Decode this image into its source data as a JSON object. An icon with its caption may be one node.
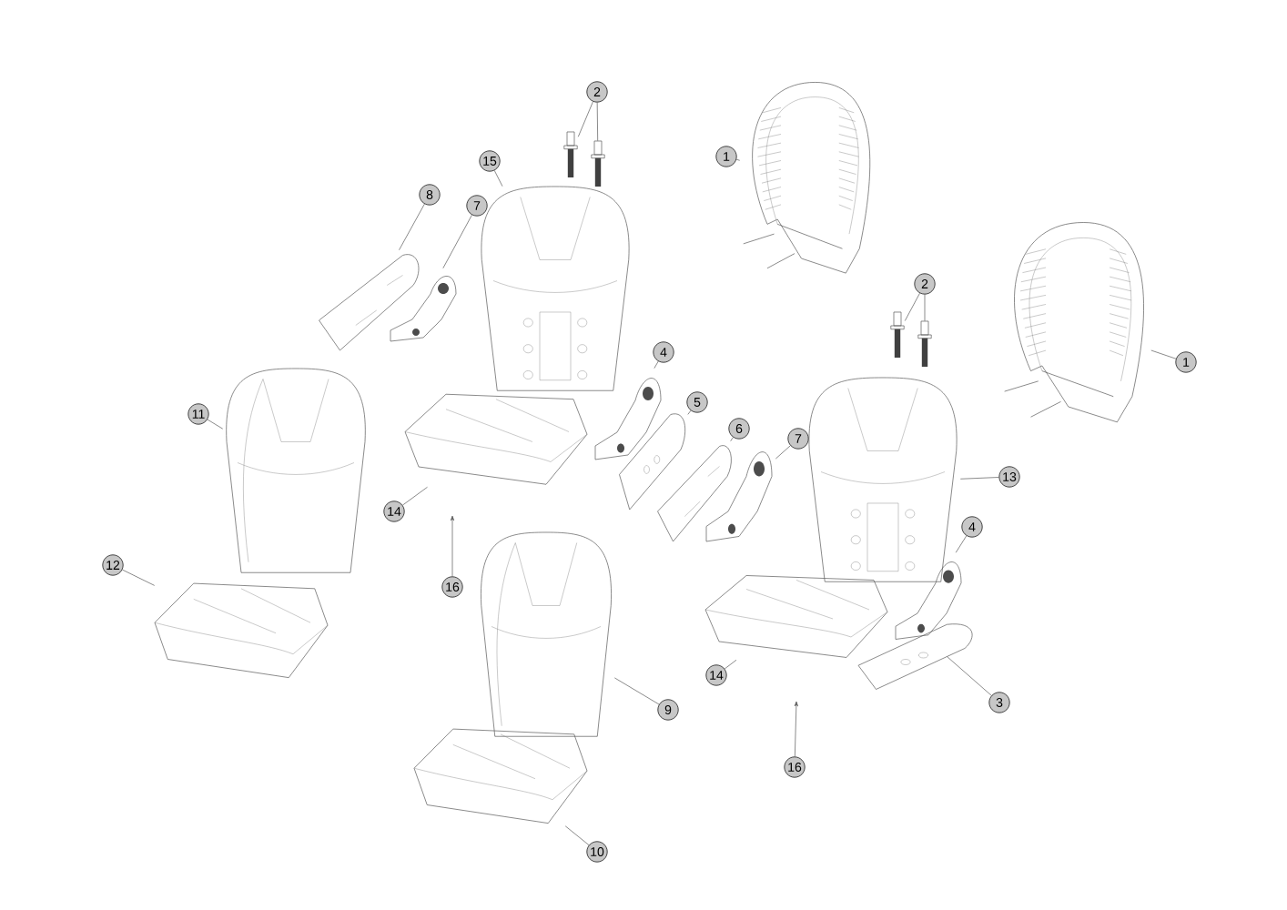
{
  "diagram": {
    "nodes": [
      {
        "text": [
          "1"
        ]
      },
      {
        "text": [],
        "shape": "picture"
      },
      {
        "text": [
          "2"
        ]
      },
      {
        "text": [],
        "shape": "picture"
      },
      {
        "text": [],
        "shape": "picture"
      },
      {
        "text": [
          "15"
        ]
      },
      {
        "text": [],
        "shape": "picture"
      },
      {
        "text": [
          "8"
        ]
      },
      {
        "text": [],
        "shape": "picture"
      },
      {
        "text": [
          "7"
        ]
      },
      {
        "text": [],
        "shape": "picture"
      },
      {
        "text": [
          "1"
        ]
      },
      {
        "text": [],
        "shape": "picture"
      },
      {
        "text": [
          "2"
        ]
      },
      {
        "text": [],
        "shape": "picture"
      },
      {
        "text": [],
        "shape": "picture"
      },
      {
        "text": [
          "11"
        ]
      },
      {
        "text": [],
        "shape": "picture"
      },
      {
        "text": [
          "4"
        ]
      },
      {
        "text": [],
        "shape": "picture"
      },
      {
        "text": [
          "5"
        ]
      },
      {
        "text": [],
        "shape": "picture"
      },
      {
        "text": [
          "14"
        ]
      },
      {
        "text": [],
        "shape": "picture"
      },
      {
        "text": [
          "6"
        ]
      },
      {
        "text": [],
        "shape": "picture"
      },
      {
        "text": [
          "7"
        ]
      },
      {
        "text": [],
        "shape": "picture"
      },
      {
        "text": [
          "13"
        ]
      },
      {
        "text": [],
        "shape": "picture"
      },
      {
        "text": [
          "16"
        ]
      },
      {
        "text": [
          "4"
        ]
      },
      {
        "text": [],
        "shape": "picture"
      },
      {
        "text": [
          "12"
        ]
      },
      {
        "text": [],
        "shape": "picture"
      },
      {
        "text": [
          "14"
        ]
      },
      {
        "text": [],
        "shape": "picture"
      },
      {
        "text": [
          "3"
        ]
      },
      {
        "text": [],
        "shape": "picture"
      },
      {
        "text": [
          "9"
        ]
      },
      {
        "text": [],
        "shape": "picture"
      },
      {
        "text": [
          "16"
        ]
      },
      {
        "text": [
          "10"
        ]
      },
      {
        "text": [],
        "shape": "picture"
      }
    ],
    "edges": [
      {
        "from": 0,
        "to": 1,
        "arrow": "none"
      },
      {
        "from": 2,
        "to": 3,
        "arrow": "none"
      },
      {
        "from": 2,
        "to": 4,
        "arrow": "none"
      },
      {
        "from": 5,
        "to": 6,
        "arrow": "none"
      },
      {
        "from": 7,
        "to": 8,
        "arrow": "none"
      },
      {
        "from": 9,
        "to": 10,
        "arrow": "none"
      },
      {
        "from": 11,
        "to": 12,
        "arrow": "none"
      },
      {
        "from": 13,
        "to": 14,
        "arrow": "none"
      },
      {
        "from": 13,
        "to": 15,
        "arrow": "none"
      },
      {
        "from": 16,
        "to": 17,
        "arrow": "none"
      },
      {
        "from": 18,
        "to": 19,
        "arrow": "none"
      },
      {
        "from": 20,
        "to": 21,
        "arrow": "none"
      },
      {
        "from": 22,
        "to": 23,
        "arrow": "none"
      },
      {
        "from": 24,
        "to": 25,
        "arrow": "none"
      },
      {
        "from": 26,
        "to": 27,
        "arrow": "none"
      },
      {
        "from": 28,
        "to": 29,
        "arrow": "none"
      },
      {
        "from": 30,
        "to": null,
        "arrow": "to"
      },
      {
        "from": 31,
        "to": 32,
        "arrow": "none"
      },
      {
        "from": 33,
        "to": 34,
        "arrow": "none"
      },
      {
        "from": 35,
        "to": 36,
        "arrow": "none"
      },
      {
        "from": 37,
        "to": 38,
        "arrow": "none"
      },
      {
        "from": 39,
        "to": 40,
        "arrow": "none"
      },
      {
        "from": 41,
        "to": null,
        "arrow": "to"
      },
      {
        "from": 42,
        "to": 43,
        "arrow": "none"
      }
    ]
  }
}
